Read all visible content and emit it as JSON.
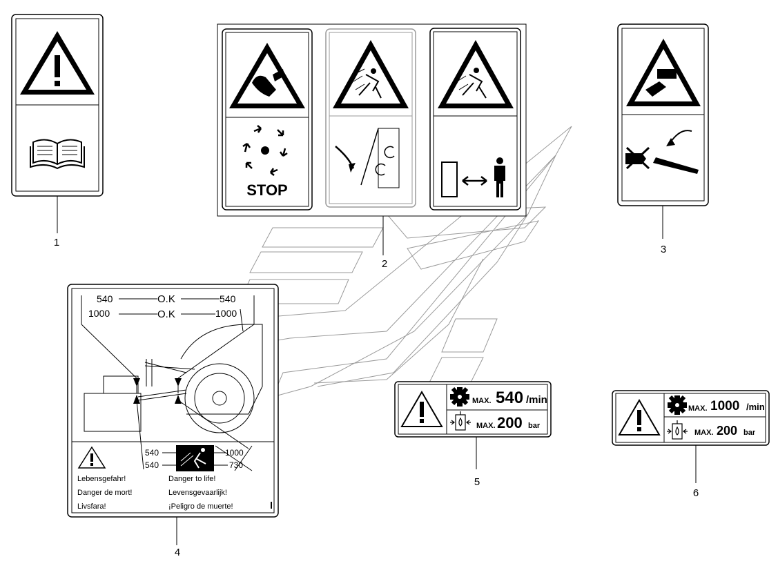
{
  "callouts": [
    "1",
    "2",
    "3",
    "4",
    "5",
    "6"
  ],
  "decal2": {
    "stop_label": "STOP"
  },
  "decal4": {
    "row1_left": "540",
    "row1_mid": "O.K",
    "row1_right": "540",
    "row2_left": "1000",
    "row2_mid": "O.K",
    "row2_right": "1000",
    "bottom_left_1": "540",
    "bottom_left_2": "540",
    "bottom_right_1": "1000",
    "bottom_right_2": "730",
    "warnings_left": [
      "Lebensgefahr!",
      "Danger de mort!",
      "Livsfara!"
    ],
    "warnings_right": [
      "Danger to life!",
      "Levensgevaarlijk!",
      "¡Peligro de muerte!"
    ]
  },
  "decal5": {
    "speed_prefix": "MAX.",
    "speed_value": "540",
    "speed_unit": "/min",
    "pressure_prefix": "MAX.",
    "pressure_value": "200",
    "pressure_unit": "bar"
  },
  "decal6": {
    "speed_prefix": "MAX.",
    "speed_value": "1000",
    "speed_unit": "/min",
    "pressure_prefix": "MAX.",
    "pressure_value": "200",
    "pressure_unit": "bar"
  },
  "icons": [
    "warning-triangle-icon",
    "manual-book-icon",
    "hand-entanglement-icon",
    "rotating-parts-icon",
    "thrown-objects-icon",
    "person-struck-icon",
    "keep-distance-icon",
    "crush-hand-icon",
    "gear-icon",
    "hydraulic-cylinder-icon"
  ]
}
